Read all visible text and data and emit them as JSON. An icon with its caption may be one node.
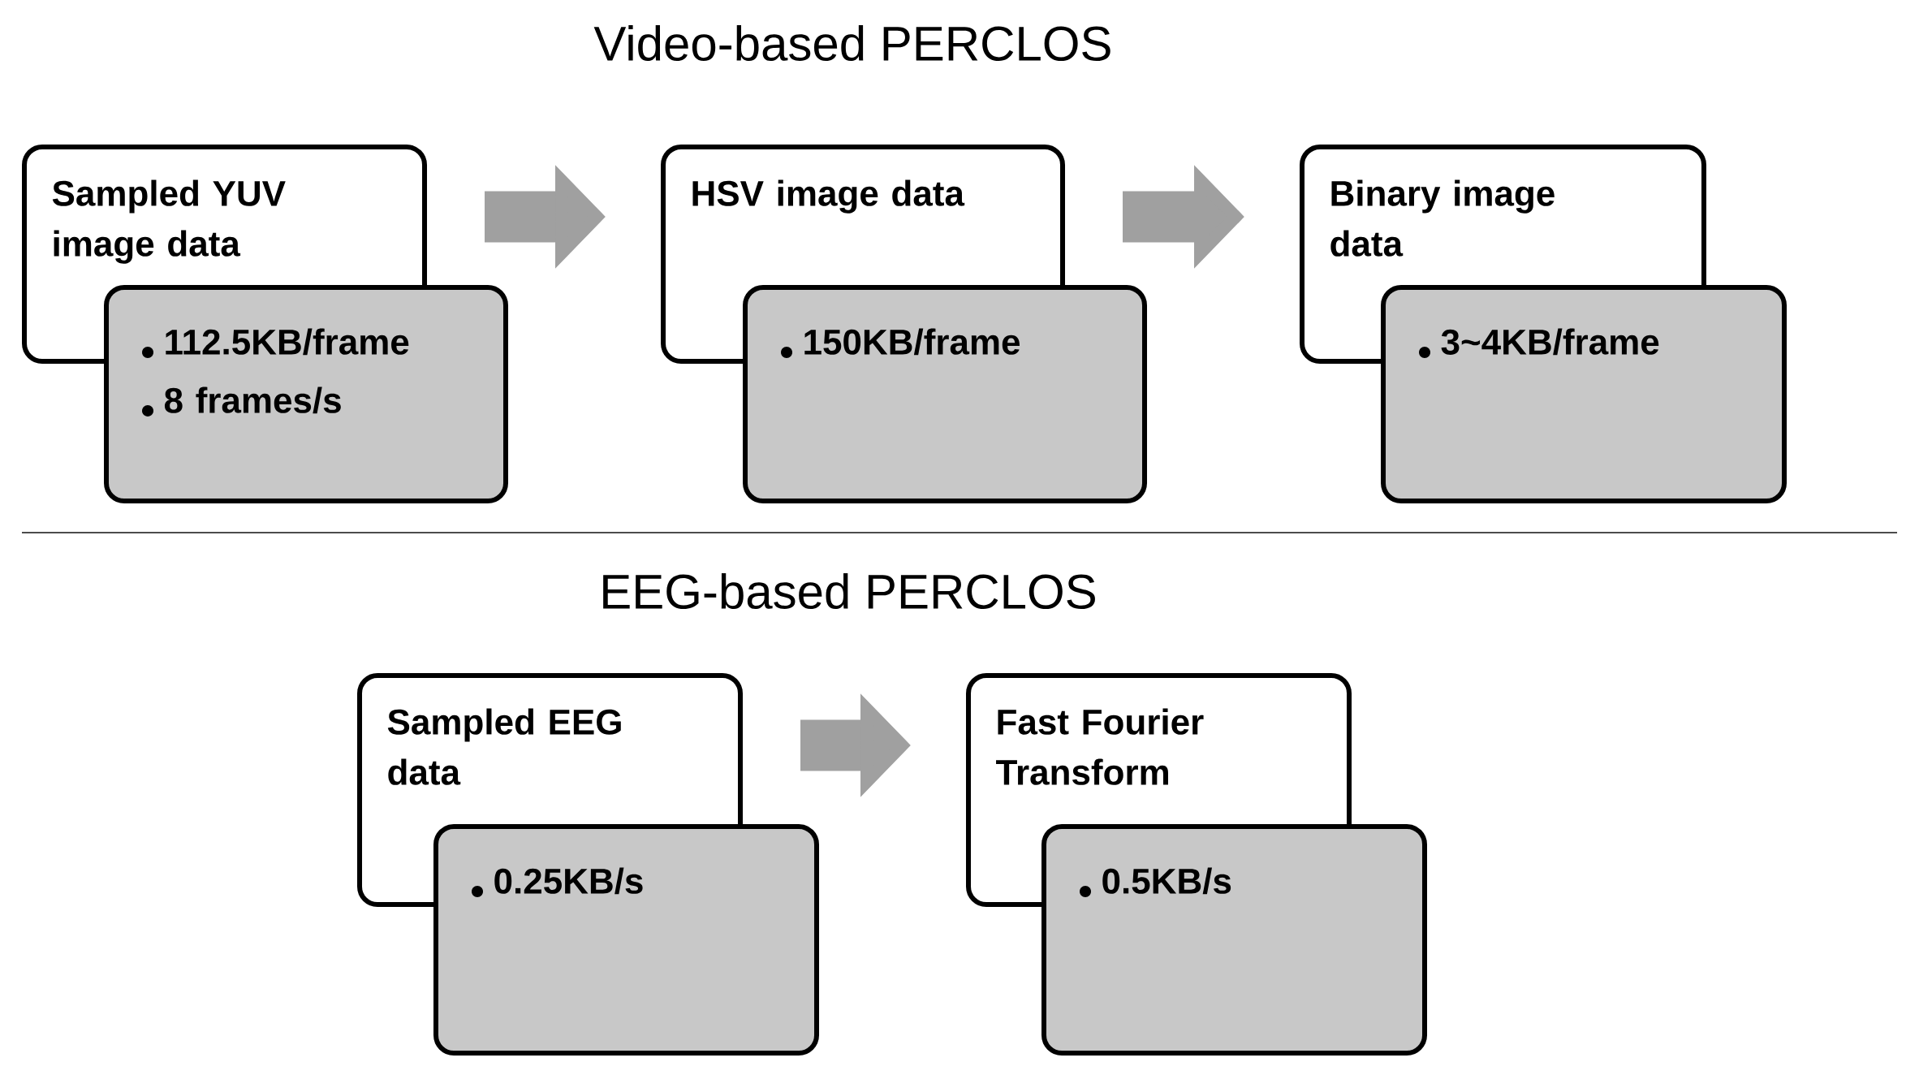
{
  "diagram": {
    "title": "Video-based PERCLOS",
    "nodes": [
      {
        "text": [
          "Sampled YUV image data"
        ]
      },
      {
        "text": [
          "112.5KB/frame",
          "8 frames/s"
        ]
      },
      {
        "text": [
          "HSV image data"
        ]
      },
      {
        "text": [
          "150KB/frame"
        ]
      },
      {
        "text": [
          "Binary image data"
        ]
      },
      {
        "text": [
          "3~4KB/frame"
        ]
      },
      {
        "text": [
          "Sampled EEG data"
        ]
      },
      {
        "text": [
          "0.25KB/s"
        ]
      },
      {
        "text": [
          "Fast Fourier Transform"
        ]
      },
      {
        "text": [
          "0.5KB/s"
        ]
      }
    ],
    "edges": [
      {
        "from": 0,
        "to": 2,
        "arrow": "to"
      },
      {
        "from": 2,
        "to": 4,
        "arrow": "to"
      },
      {
        "from": 6,
        "to": 8,
        "arrow": "to"
      }
    ],
    "labels": [
      "EEG-based PERCLOS"
    ]
  }
}
